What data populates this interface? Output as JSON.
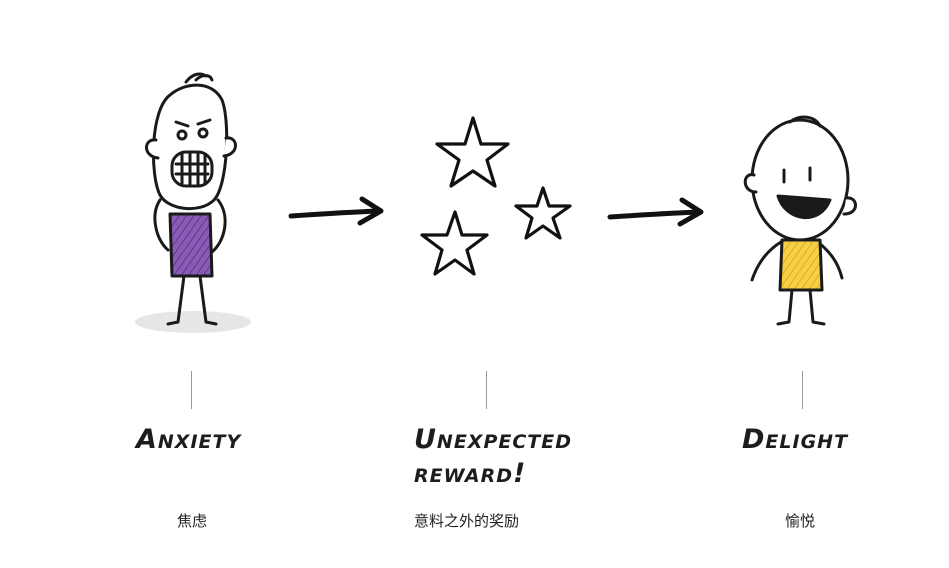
{
  "stages": [
    {
      "title_lines": [
        "Anxiety"
      ],
      "caption": "焦虑",
      "shirt_color": "#7b4fa6"
    },
    {
      "title_lines": [
        "Unexpected",
        "reward!"
      ],
      "caption": "意料之外的奖励"
    },
    {
      "title_lines": [
        "Delight"
      ],
      "caption": "愉悦",
      "shirt_color": "#f2c531"
    }
  ],
  "icons": [
    "anxious-stickman-icon",
    "arrow-right-icon",
    "star-icon",
    "arrow-right-icon",
    "happy-stickman-icon"
  ]
}
